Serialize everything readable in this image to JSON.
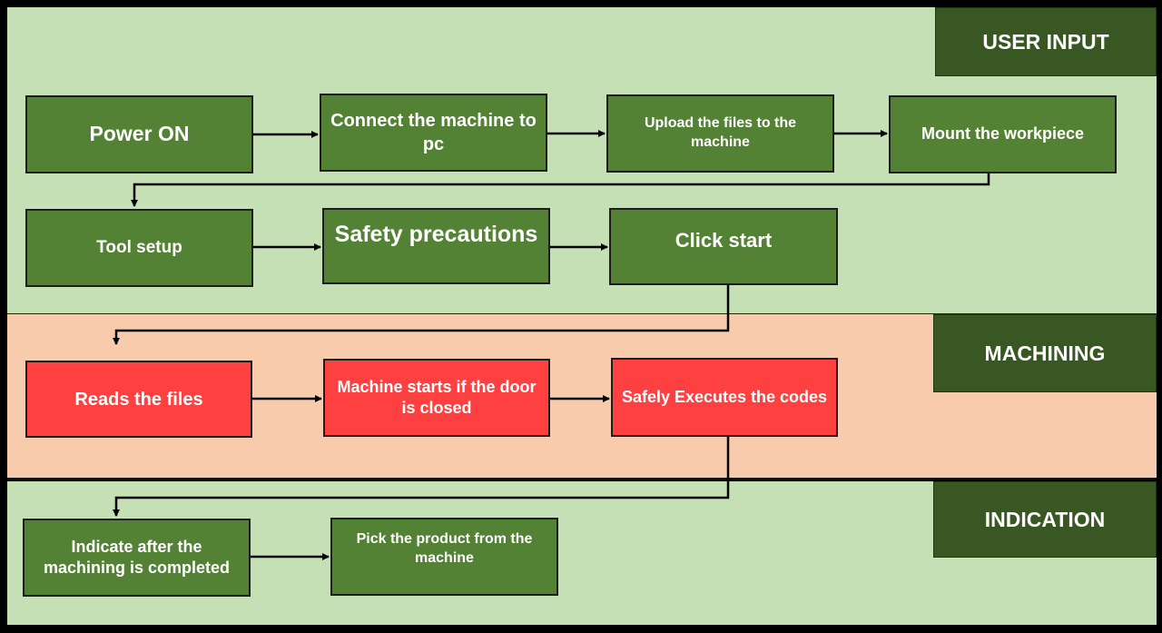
{
  "sections": {
    "user_input": "USER INPUT",
    "machining": "MACHINING",
    "indication": "INDICATION"
  },
  "steps": {
    "power_on": "Power ON",
    "connect": "Connect the machine to pc",
    "upload": "Upload the files to the machine",
    "mount": "Mount the workpiece",
    "tool_setup": "Tool setup",
    "safety": "Safety precautions",
    "click_start": "Click start",
    "reads_files": "Reads the files",
    "machine_starts": "Machine starts if the door is closed",
    "executes": "Safely Executes the codes",
    "indicate": "Indicate after the machining is completed",
    "pick": "Pick the product from the machine"
  },
  "colors": {
    "user_band": "#c5e0b4",
    "machining_band": "#f8cbad",
    "indication_band": "#c5e0b4",
    "label_fill": "#385723",
    "green_box": "#548235",
    "red_box": "#ff4040"
  }
}
